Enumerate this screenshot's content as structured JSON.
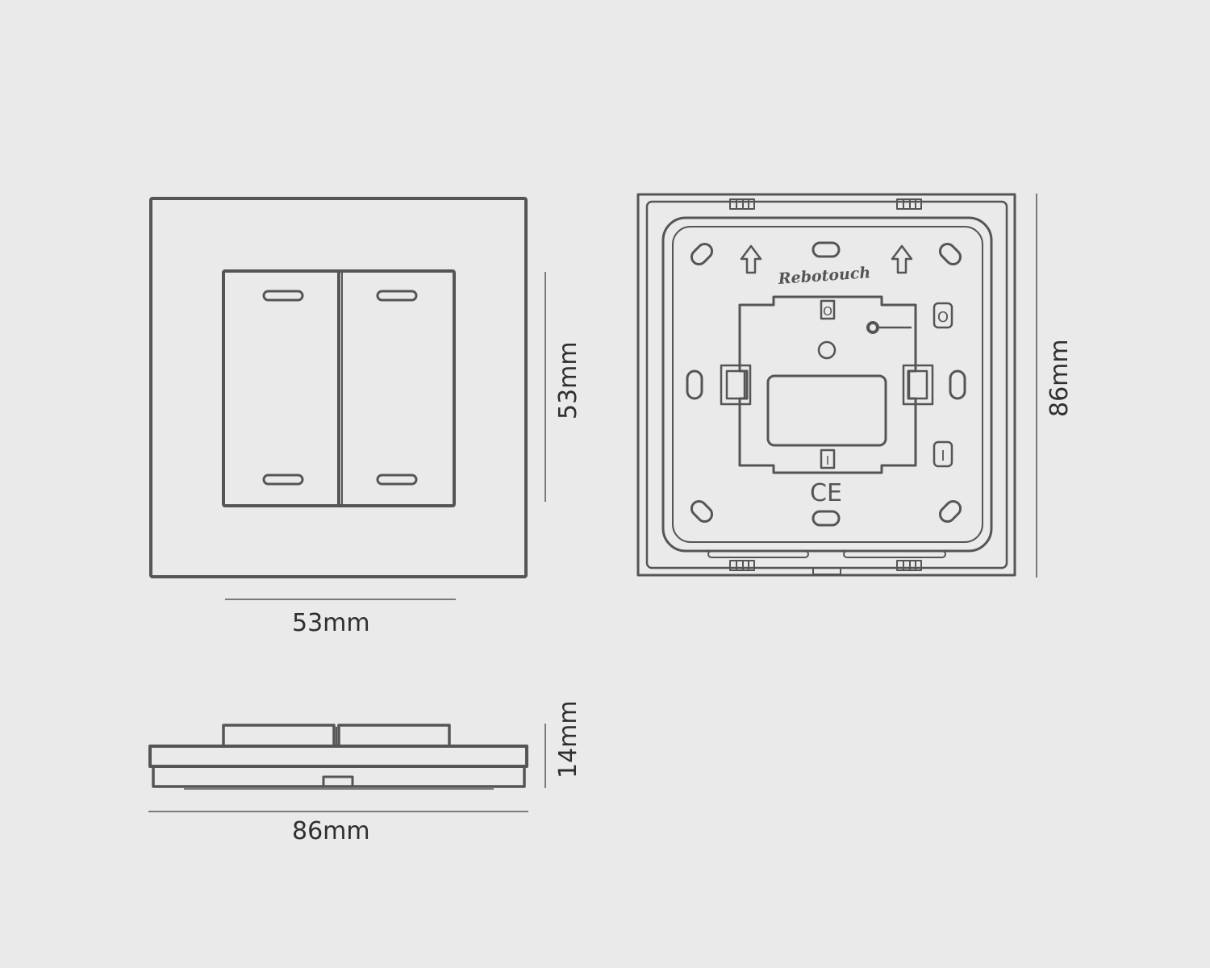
{
  "colors": {
    "background": "#eaeaea",
    "stroke": "#555555",
    "text": "#2f2f2f"
  },
  "front_view": {
    "button_width_label": "53mm",
    "button_height_label": "53mm"
  },
  "back_view": {
    "brand_text": "Rebotouch",
    "height_label": "86mm",
    "certification_mark": "CE",
    "terminal_top": "O",
    "terminal_bottom": "I",
    "side_o_label": "O",
    "side_i_label": "I",
    "icons": [
      "arrow-up-icon",
      "screw-slot-icon",
      "ce-mark-icon"
    ]
  },
  "side_view": {
    "width_label": "86mm",
    "depth_label": "14mm"
  }
}
